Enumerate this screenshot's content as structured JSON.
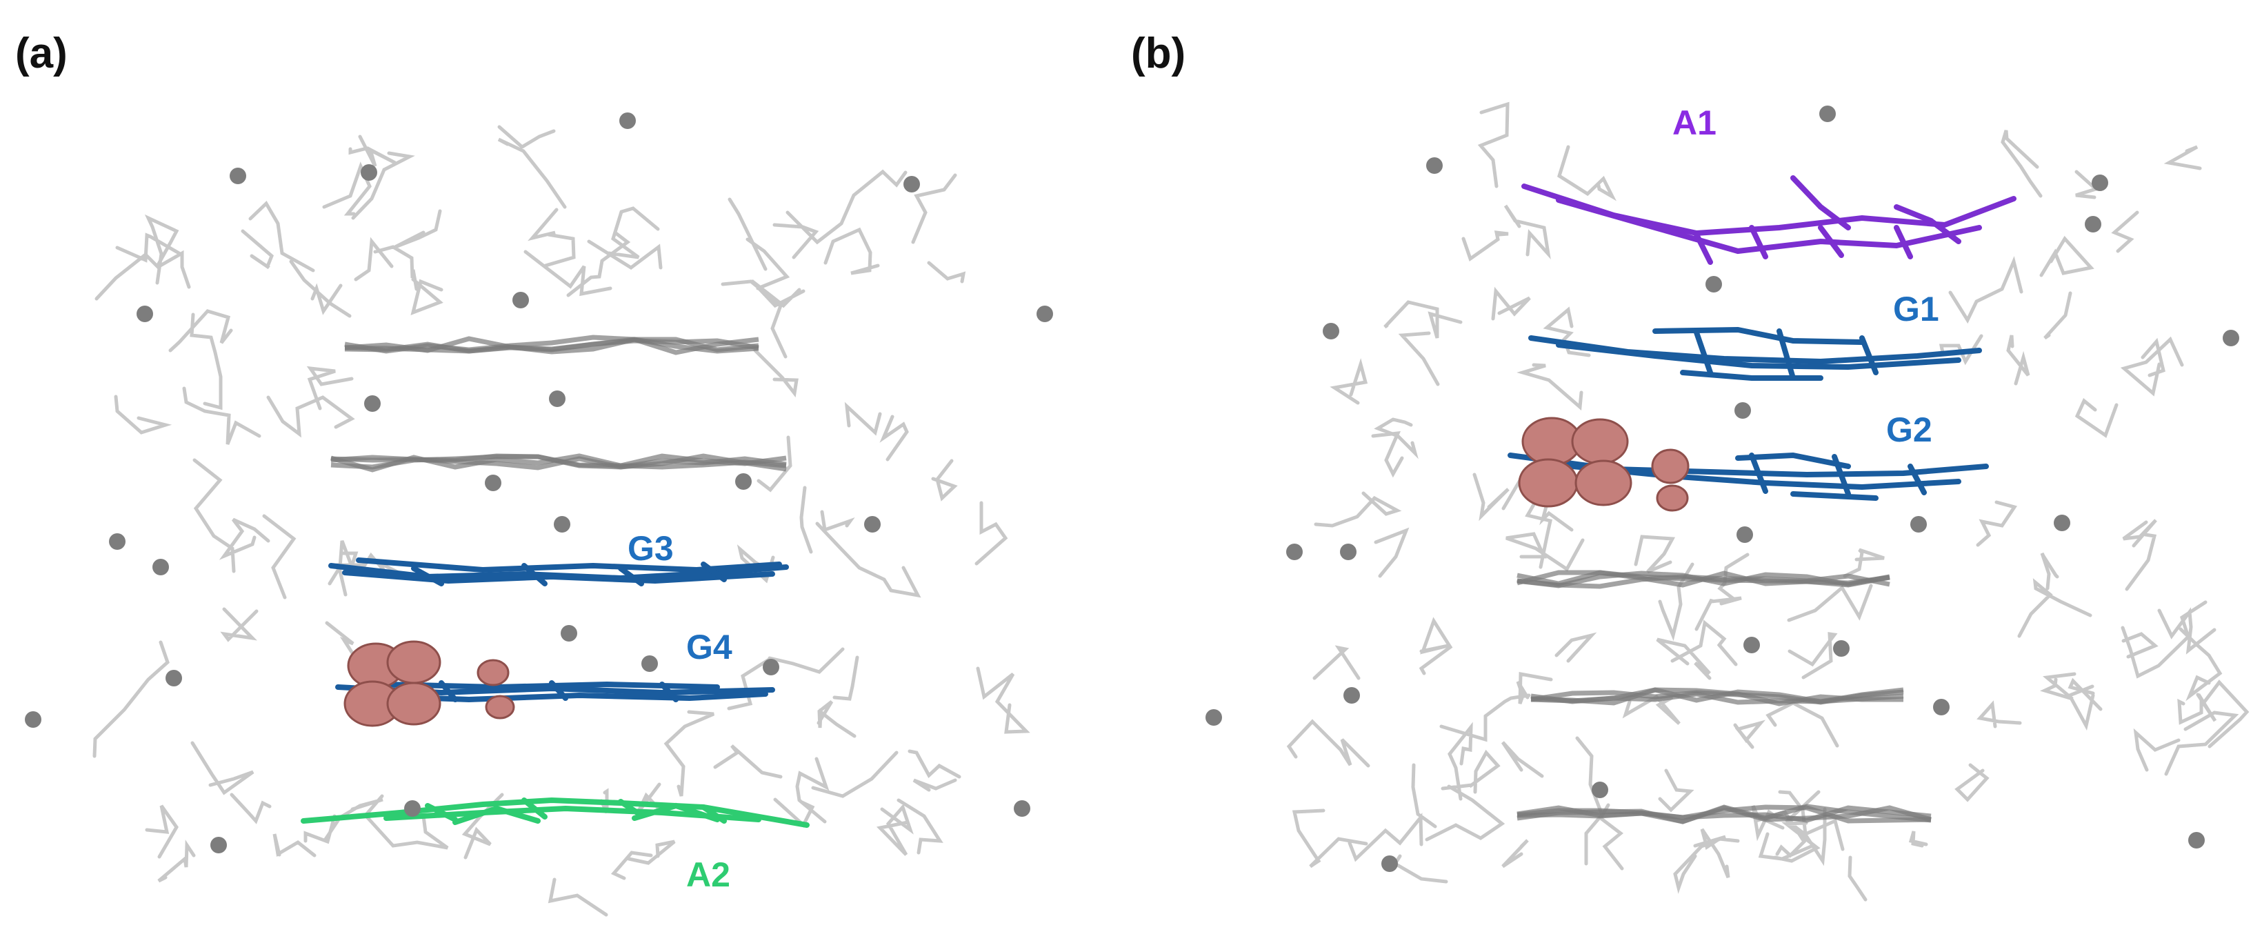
{
  "panels": [
    {
      "label": "(a)",
      "bases": [
        {
          "text": "G3",
          "color": "#1f6fbf"
        },
        {
          "text": "G4",
          "color": "#1f6fbf"
        },
        {
          "text": "A2",
          "color": "#2ecc71"
        }
      ]
    },
    {
      "label": "(b)",
      "bases": [
        {
          "text": "A1",
          "color": "#8a2be2"
        },
        {
          "text": "G1",
          "color": "#1f6fbf"
        },
        {
          "text": "G2",
          "color": "#1f6fbf"
        }
      ]
    }
  ],
  "colors": {
    "backbone": "#9a9a9a",
    "guanine": "#1a5c9e",
    "adenine_a1": "#7b2fd0",
    "adenine_a2": "#2ecc71",
    "density": "#c47f7b",
    "ion": "#7d7d7d"
  }
}
